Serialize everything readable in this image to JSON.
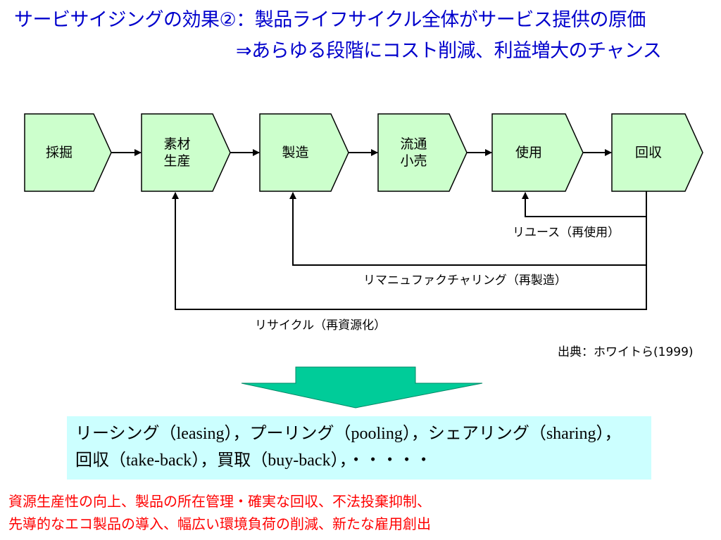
{
  "title": {
    "line1": "サービサイジングの効果②：製品ライフサイクル全体がサービス提供の原価",
    "line2": "⇒あらゆる段階にコスト削減、利益増大のチャンス"
  },
  "stages": [
    {
      "label": "採掘"
    },
    {
      "label": "素材\n生産"
    },
    {
      "label": "製造"
    },
    {
      "label": "流通\n小売"
    },
    {
      "label": "使用"
    },
    {
      "label": "回収"
    }
  ],
  "loops": {
    "reuse": "リユース（再使用）",
    "remanufacturing": "リマニュファクチャリング（再製造）",
    "recycle": "リサイクル（再資源化）"
  },
  "source": "出典：ホワイトら(1999)",
  "examples": {
    "line1": "リーシング（leasing），プーリング（pooling），シェアリング（sharing），",
    "line2": "回収（take-back），買取（buy-back），・・・・・"
  },
  "conclusion": {
    "line1": "資源生産性の向上、製品の所在管理・確実な回収、不法投棄抑制、",
    "line2": "先導的なエコ製品の導入、幅広い環境負荷の削減、新たな雇用創出"
  },
  "colors": {
    "title": "#0000cc",
    "stage_fill": "#ccffcc",
    "arrow_fill": "#00cc99",
    "examples_bg": "#ccffff",
    "conclusion": "#ff0000"
  }
}
